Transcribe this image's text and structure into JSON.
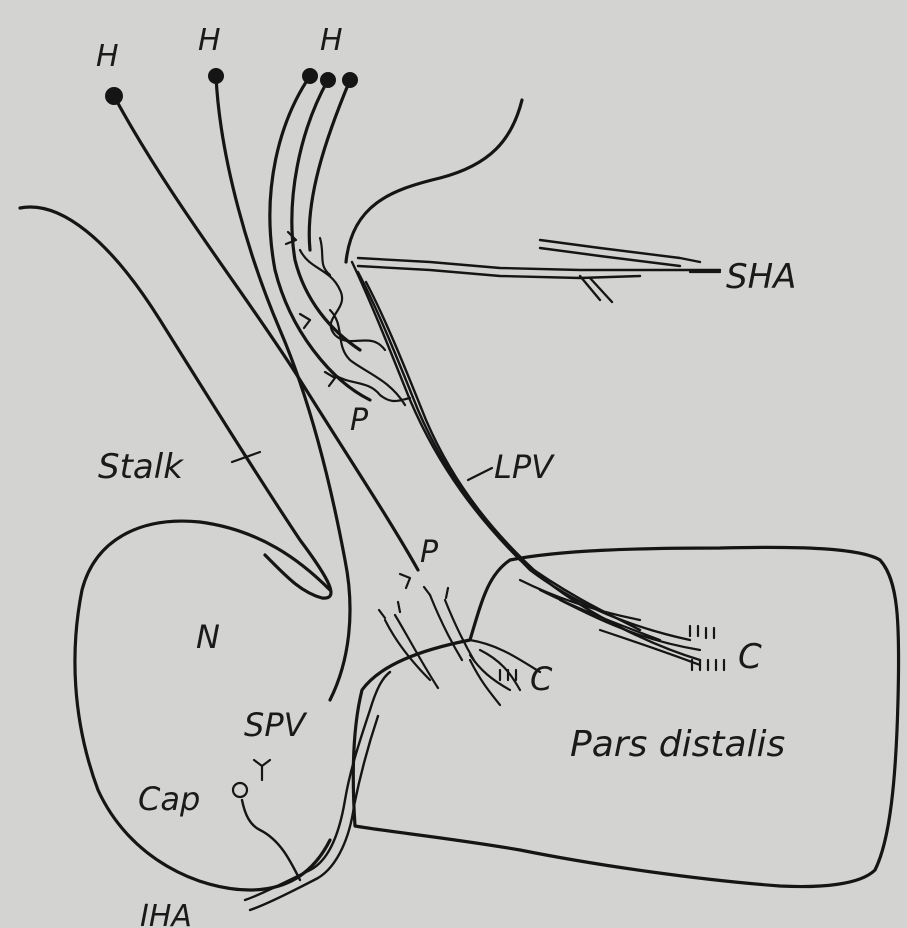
{
  "labels": {
    "h1": "H",
    "h2": "H",
    "h3": "H",
    "sha": "SHA",
    "p_upper": "P",
    "stalk": "Stalk",
    "lpv": "LPV",
    "p_lower": "P",
    "n": "N",
    "c_right": "C",
    "c_mid": "C",
    "spv": "SPV",
    "pars_distalis": "Pars distalis",
    "cap": "Cap",
    "iha": "IHA"
  },
  "colors": {
    "background": "#d3d3d1",
    "ink": "#151515",
    "stipple": "#2a2a2a"
  }
}
